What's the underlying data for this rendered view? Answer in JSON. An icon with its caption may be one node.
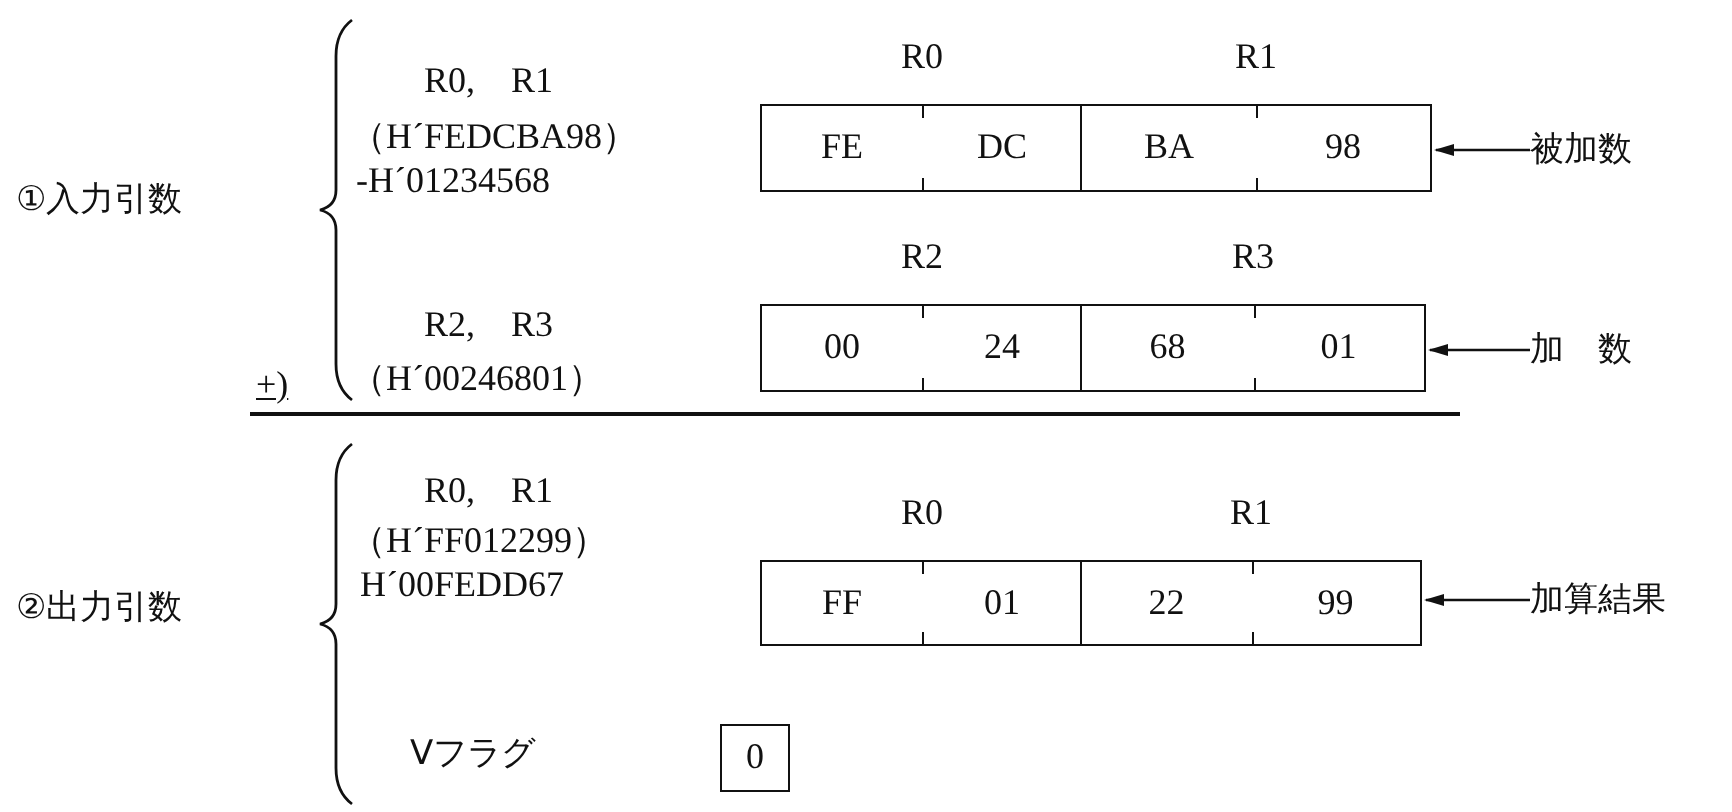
{
  "diagram": {
    "nodes": [
      {
        "text": [
          "FE",
          "DC"
        ],
        "beside": [
          "R0"
        ]
      },
      {
        "text": [
          "BA",
          "98"
        ],
        "beside": [
          "R1"
        ]
      },
      {
        "text": [
          "被加数"
        ]
      },
      {
        "text": [
          "00",
          "24"
        ],
        "beside": [
          "R2"
        ]
      },
      {
        "text": [
          "68",
          "01"
        ],
        "beside": [
          "R3"
        ]
      },
      {
        "text": [
          "加　数"
        ]
      },
      {
        "text": [
          "FF",
          "01"
        ],
        "beside": [
          "R0"
        ]
      },
      {
        "text": [
          "22",
          "99"
        ],
        "beside": [
          "R1"
        ]
      },
      {
        "text": [
          "加算結果"
        ]
      },
      {
        "text": [
          "0"
        ]
      }
    ],
    "edges": [
      {
        "from": 2,
        "to": 1,
        "arrow": "to"
      },
      {
        "from": 5,
        "to": 4,
        "arrow": "to"
      },
      {
        "from": 8,
        "to": 7,
        "arrow": "to"
      }
    ],
    "labels": [
      "①入力引数",
      "R0,　R1",
      "（H´FEDCBA98）",
      "-H´01234568",
      "R2,　R3",
      "（H´00246801）",
      "+)",
      "②出力引数",
      "R0,　R1",
      "（H´FF012299）",
      "H´00FEDD67",
      "Vフラグ"
    ]
  }
}
